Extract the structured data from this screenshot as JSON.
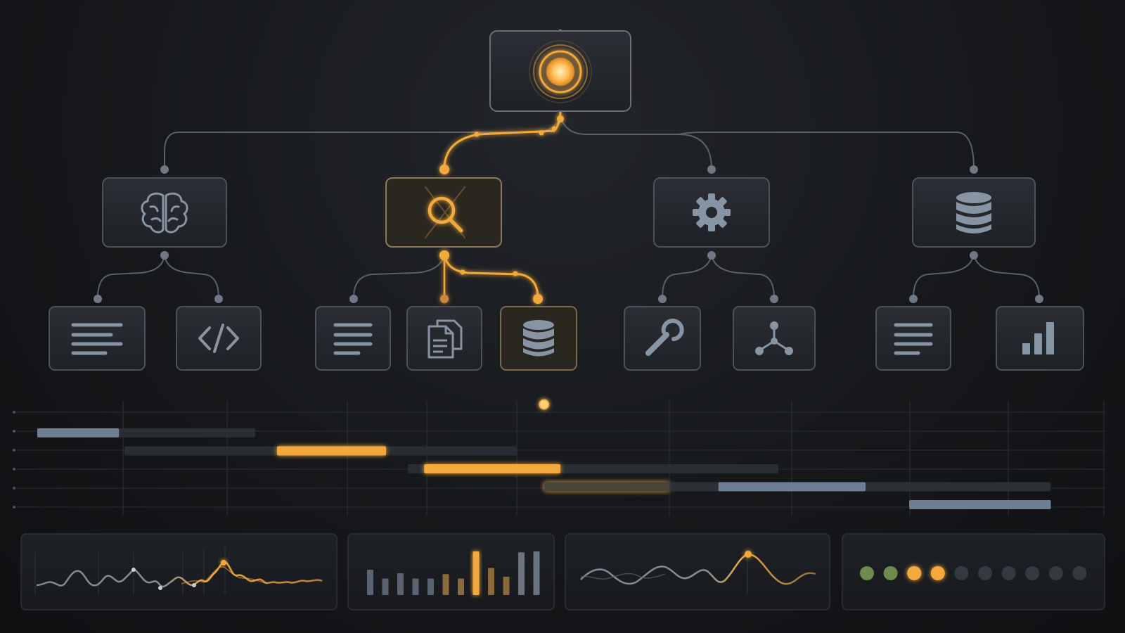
{
  "colors": {
    "background": "#141619",
    "node_fill": "#25282d",
    "node_border": "#4c525a",
    "line_idle": "#5a6068",
    "icon_idle": "#8794a4",
    "accent": "#f3a93b",
    "accent_bright": "#ffd27a",
    "bar_idle": "#6f7f93",
    "bar_track": "#2c3137",
    "dot_green": "#6f8a4e",
    "dot_dark": "#343a42"
  },
  "tree": {
    "root": {
      "icon": "core-orb-icon",
      "active": true
    },
    "branches": [
      {
        "icon": "brain-icon",
        "active": false,
        "children": [
          {
            "icon": "text-lines-icon",
            "active": false
          },
          {
            "icon": "code-icon",
            "active": false
          }
        ]
      },
      {
        "icon": "search-icon",
        "active": true,
        "children": [
          {
            "icon": "text-lines-icon",
            "active": false
          },
          {
            "icon": "documents-icon",
            "active": false
          },
          {
            "icon": "database-icon",
            "active": true
          }
        ]
      },
      {
        "icon": "gear-icon",
        "active": false,
        "children": [
          {
            "icon": "wrench-icon",
            "active": false
          },
          {
            "icon": "network-icon",
            "active": false
          }
        ]
      },
      {
        "icon": "database-icon",
        "active": false,
        "children": [
          {
            "icon": "text-lines-icon",
            "active": false
          },
          {
            "icon": "bar-chart-icon",
            "active": false
          }
        ]
      }
    ]
  },
  "timeline": {
    "rows": 5,
    "playhead_fraction": 0.485,
    "tracks": [
      {
        "row": 0,
        "start": 0.02,
        "end": 0.22,
        "fill_start": 0.02,
        "fill_end": 0.095,
        "accent": false
      },
      {
        "row": 1,
        "start": 0.1,
        "end": 0.46,
        "fill_start": 0.24,
        "fill_end": 0.34,
        "accent": true
      },
      {
        "row": 2,
        "start": 0.36,
        "end": 0.7,
        "fill_start": 0.375,
        "fill_end": 0.5,
        "accent": true
      },
      {
        "row": 3,
        "start": 0.485,
        "end": 0.95,
        "fill_start": 0.485,
        "fill_end": 0.6,
        "accent": true
      },
      {
        "row": 3,
        "start": 0.485,
        "end": 0.95,
        "fill_start": 0.645,
        "fill_end": 0.78,
        "accent": false
      },
      {
        "row": 4,
        "start": 0.82,
        "end": 0.95,
        "fill_start": 0.82,
        "fill_end": 0.95,
        "accent": false
      }
    ]
  },
  "panels": {
    "bar_levels": [
      0.58,
      0.38,
      0.5,
      0.38,
      0.38,
      0.48,
      0.38,
      1.0,
      0.62,
      0.42,
      0.98,
      1.0
    ],
    "bar_accent_index": 7,
    "dots": [
      "green",
      "green",
      "accent",
      "accent",
      "dark",
      "dark",
      "dark",
      "dark",
      "dark",
      "dark"
    ]
  }
}
